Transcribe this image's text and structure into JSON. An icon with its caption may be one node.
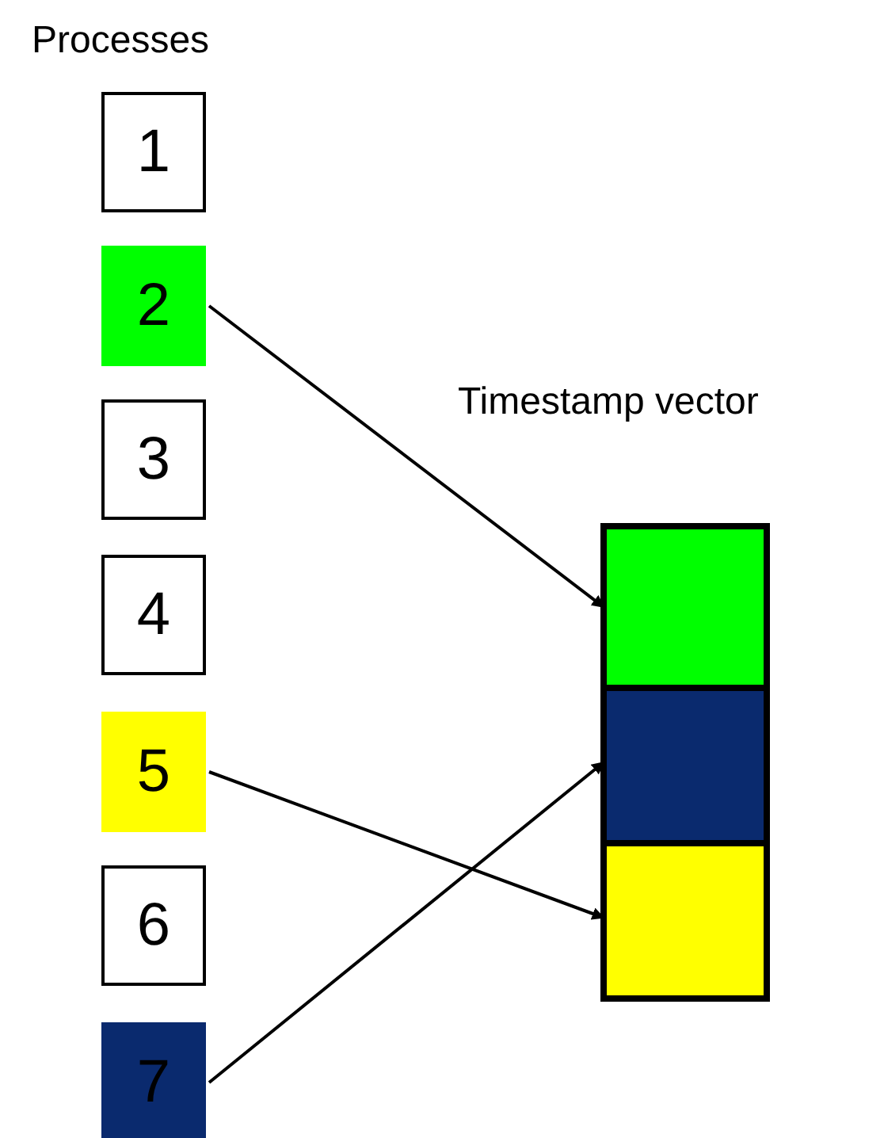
{
  "diagram": {
    "nodes": [
      {
        "text": [
          "1"
        ]
      },
      {
        "text": [
          "2"
        ]
      },
      {
        "text": [
          "3"
        ]
      },
      {
        "text": [
          "4"
        ]
      },
      {
        "text": [
          "5"
        ]
      },
      {
        "text": [
          "6"
        ]
      },
      {
        "text": [
          "7"
        ]
      },
      {
        "text": [
          "Timestamp vector"
        ]
      },
      {
        "text": [],
        "shape": "box",
        "in": 7
      },
      {
        "text": [],
        "shape": "box",
        "in": 7
      },
      {
        "text": [],
        "shape": "box",
        "in": 7
      }
    ],
    "edges": [
      {
        "from": 1,
        "to": 8,
        "arrow": "to"
      },
      {
        "from": 4,
        "to": 10,
        "arrow": "to"
      },
      {
        "from": 6,
        "to": 9,
        "arrow": "to"
      }
    ],
    "labels": [
      "Processes"
    ]
  }
}
